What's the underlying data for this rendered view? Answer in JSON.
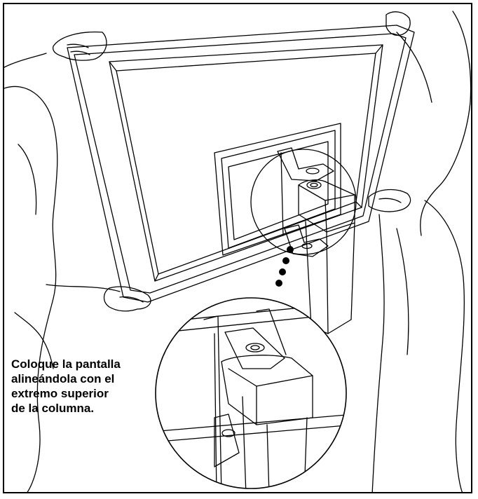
{
  "caption": "Coloque la pantalla\nalineándola con el\nextremo superior\nde la columna.",
  "colors": {
    "line": "#000000",
    "background": "#ffffff"
  },
  "icons": [
    "display-panel",
    "stand-column",
    "mounting-bracket",
    "screw-hole",
    "hands",
    "magnifier-circle",
    "dotted-connector"
  ]
}
